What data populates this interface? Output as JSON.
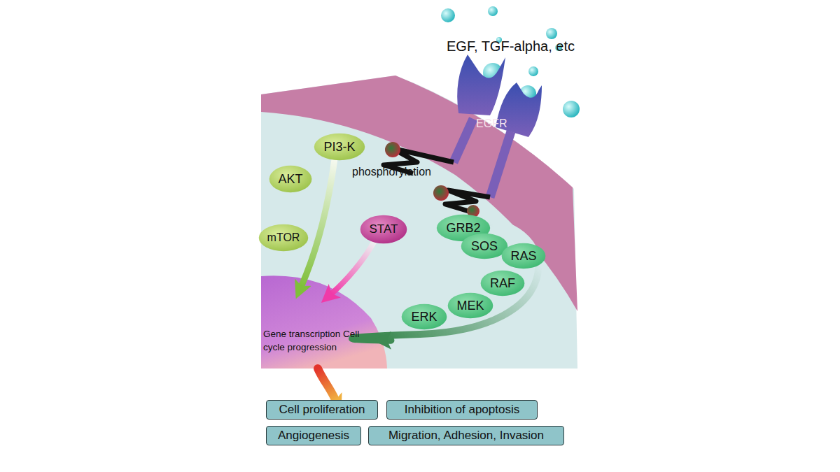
{
  "diagram": {
    "nodes": [
      {
        "text": [
          "PI3-K"
        ]
      },
      {
        "text": [
          "AKT"
        ]
      },
      {
        "text": [
          "mTOR"
        ]
      },
      {
        "text": [
          "STAT"
        ]
      },
      {
        "text": [
          "GRB2"
        ]
      },
      {
        "text": [
          "SOS"
        ]
      },
      {
        "text": [
          "RAS"
        ]
      },
      {
        "text": [
          "RAF"
        ]
      },
      {
        "text": [
          "MEK"
        ]
      },
      {
        "text": [
          "ERK"
        ]
      },
      {
        "text": [
          "Gene transcription Cell cycle progression"
        ]
      },
      {
        "text": [
          "Cell proliferation"
        ]
      },
      {
        "text": [
          "Inhibition of apoptosis"
        ]
      },
      {
        "text": [
          "Angiogenesis"
        ]
      },
      {
        "text": [
          "Migration, Adhesion, Invasion"
        ]
      }
    ],
    "edges": [
      {
        "from": 0,
        "to": 10,
        "arrow": "to"
      },
      {
        "from": 3,
        "to": 10,
        "arrow": "to"
      },
      {
        "from": 4,
        "to": 10,
        "arrow": "to"
      },
      {
        "from": 10,
        "to": 11,
        "arrow": "to"
      }
    ],
    "labels": [
      "EGF, TGF-alpha, etc",
      "EGFR",
      "phosphorylation"
    ]
  }
}
